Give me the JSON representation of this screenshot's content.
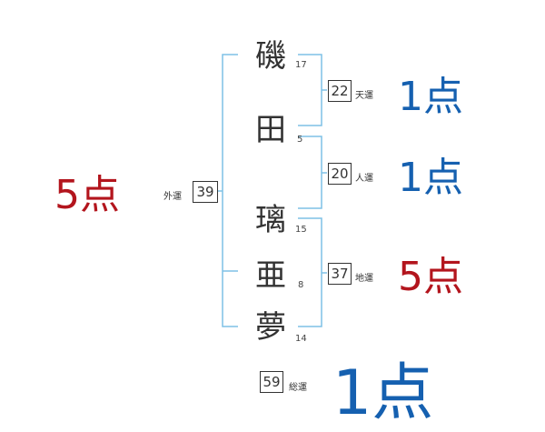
{
  "colors": {
    "bracket": "#7ec1e6",
    "good": "#1560b0",
    "bad": "#b3151d"
  },
  "characters": [
    {
      "char": "磯",
      "strokes": "17"
    },
    {
      "char": "田",
      "strokes": "5"
    },
    {
      "char": "璃",
      "strokes": "15"
    },
    {
      "char": "亜",
      "strokes": "8"
    },
    {
      "char": "夢",
      "strokes": "14"
    }
  ],
  "fortunes": {
    "ten": {
      "label": "天運",
      "value": "22",
      "score": "1点"
    },
    "jin": {
      "label": "人運",
      "value": "20",
      "score": "1点"
    },
    "chi": {
      "label": "地運",
      "value": "37",
      "score": "5点"
    },
    "gai": {
      "label": "外運",
      "value": "39",
      "score": "5点"
    },
    "so": {
      "label": "総運",
      "value": "59",
      "score": "1点"
    }
  }
}
